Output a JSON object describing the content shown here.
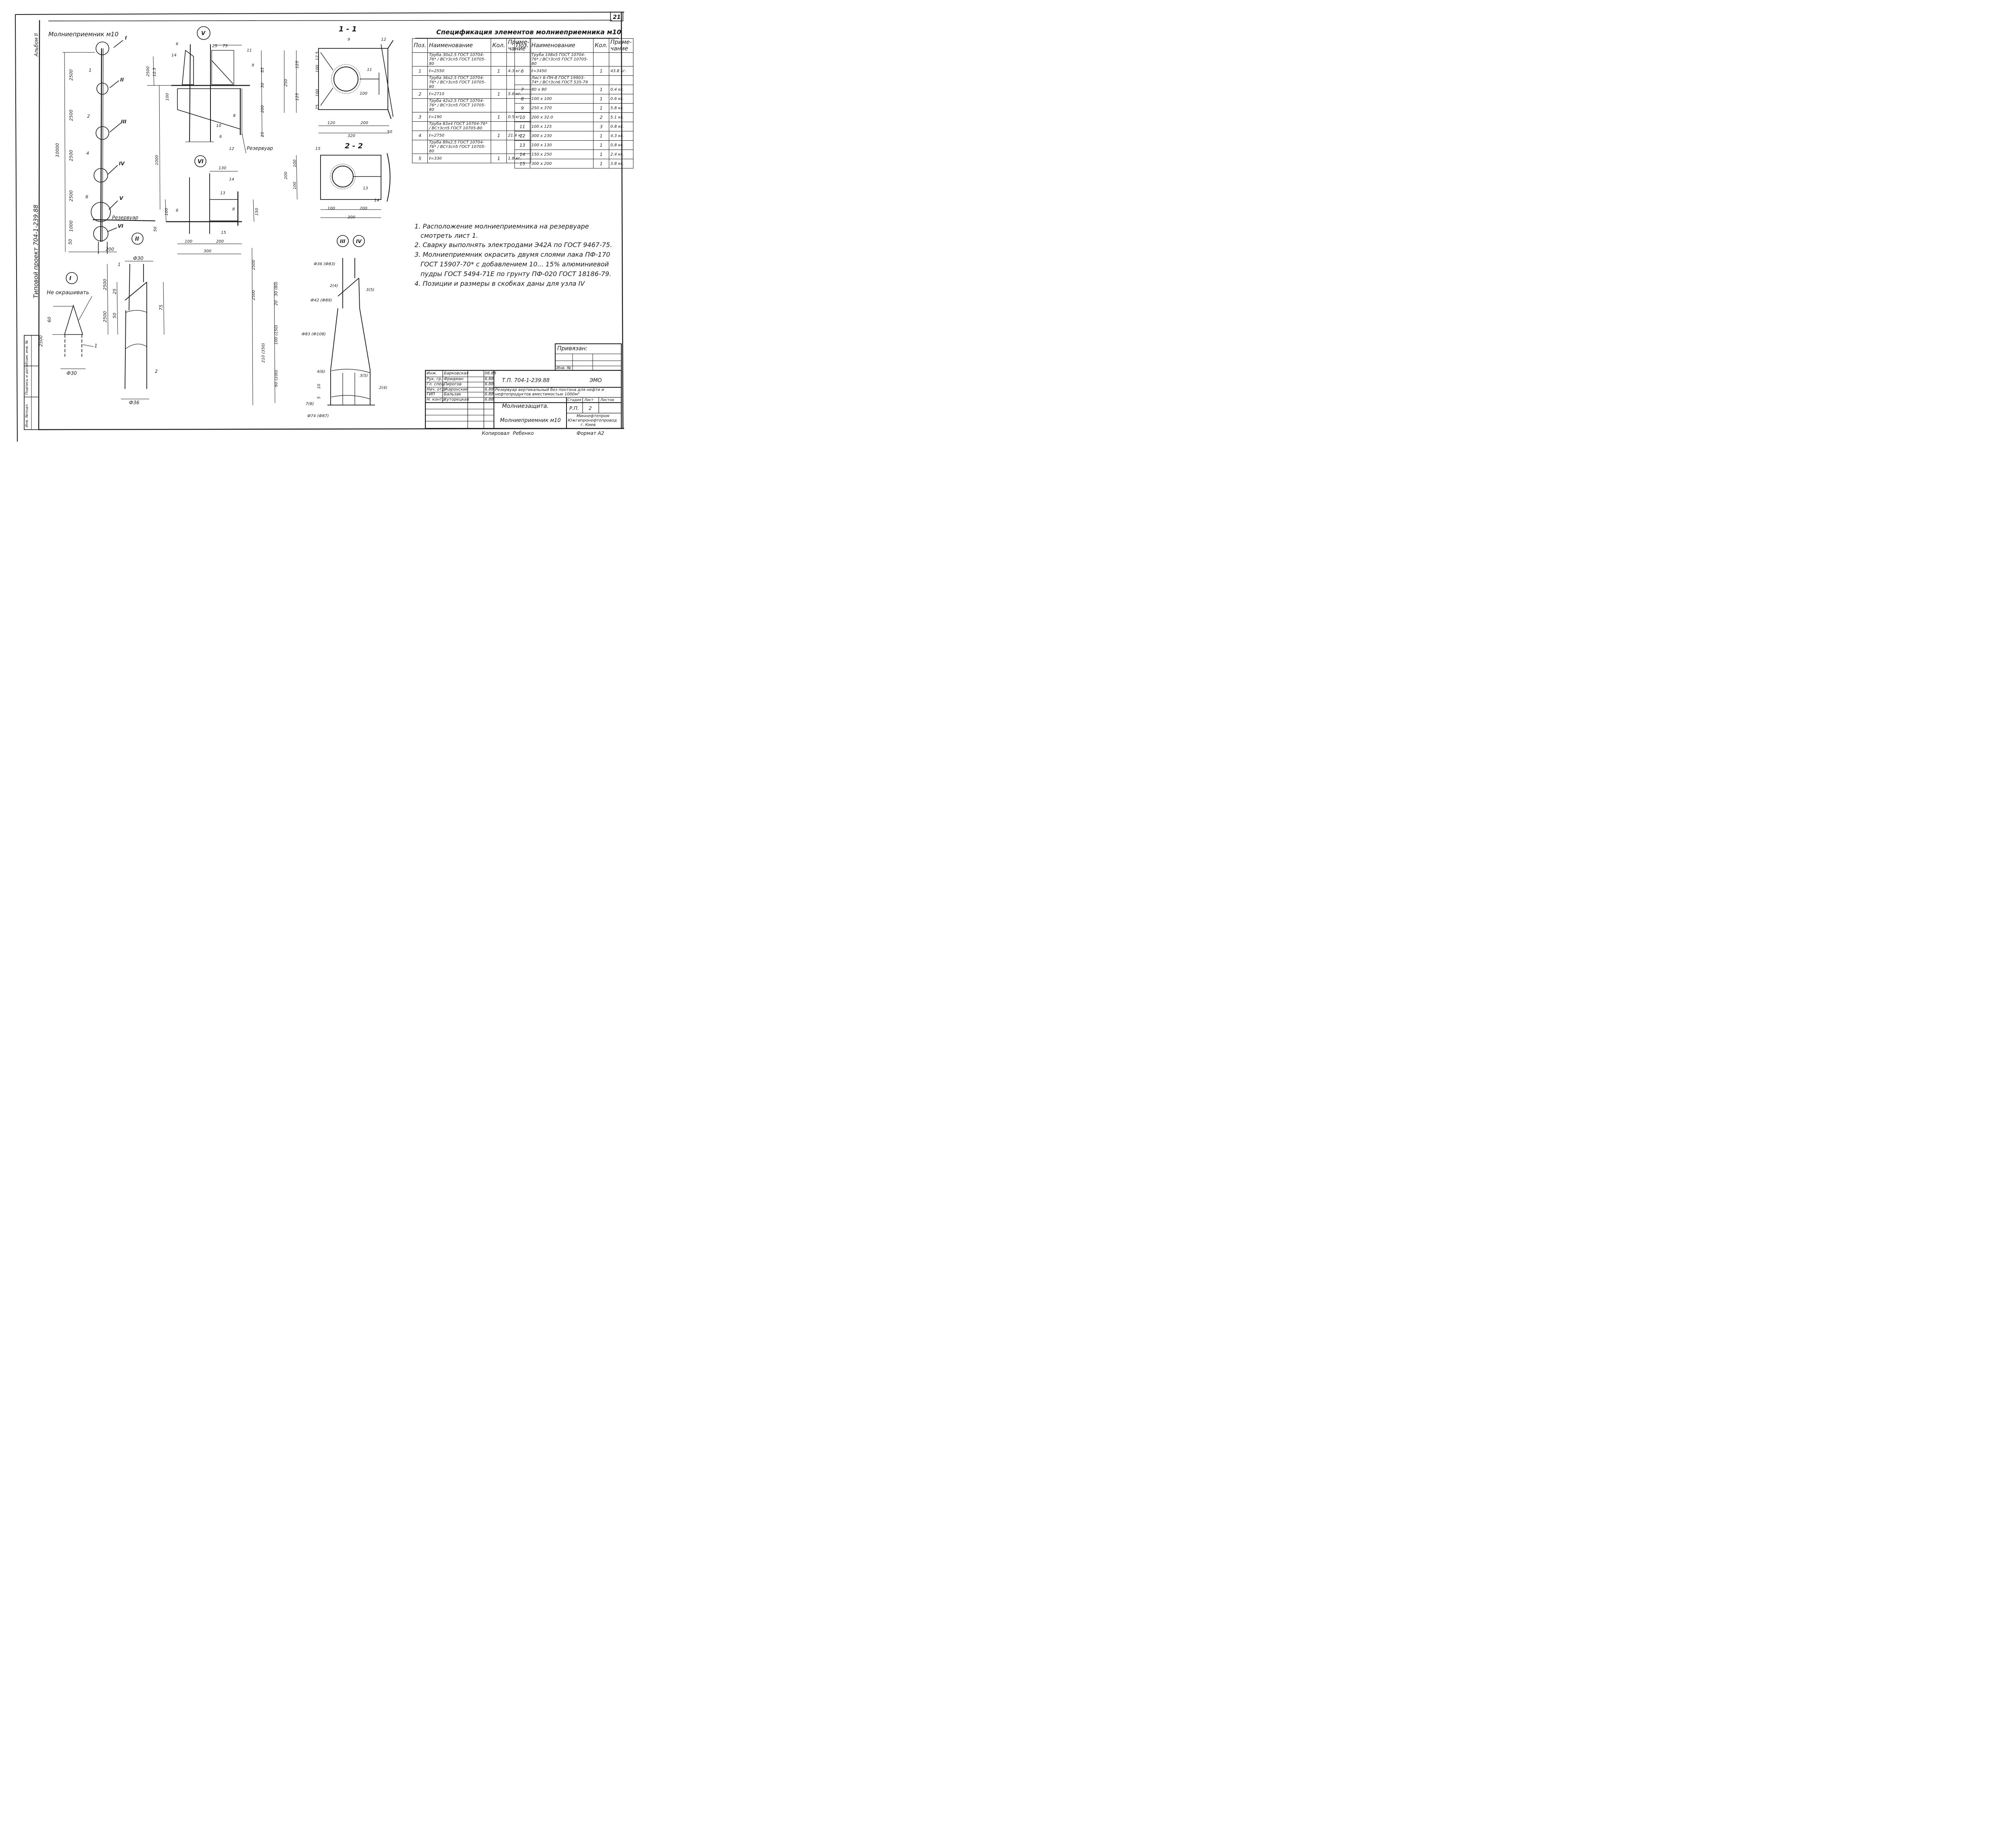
{
  "sheet_number": "21",
  "album": "Альбом II",
  "project_vertical": "Типовой проект 704-1-239.88",
  "main_title": "Молниеприемник м10",
  "reservoir_label": "Резервуар",
  "node_labels": {
    "n1": "I",
    "n2": "II",
    "n3": "III",
    "n4": "IV",
    "n5": "V",
    "n6": "VI"
  },
  "section_titles": {
    "s11": "1 - 1",
    "s22": "2 - 2"
  },
  "left_view": {
    "dims": [
      "10000",
      "2500",
      "2500",
      "2500",
      "2500",
      "1000",
      "50",
      "200"
    ],
    "pos": [
      "1",
      "2",
      "4",
      "6"
    ]
  },
  "node1": {
    "note": "Не окрашивать",
    "dims": [
      "2500",
      "60",
      "Ф30"
    ],
    "pos": "1"
  },
  "node2": {
    "dims": [
      "Ф30",
      "2500",
      "25",
      "2500",
      "50",
      "75",
      "Ф36"
    ],
    "pos": [
      "1",
      "2"
    ]
  },
  "node34": {
    "dims": [
      "2500",
      "2500",
      "Ф36 (Ф83)",
      "30 (80)",
      "20",
      "Ф42 (Ф89)",
      "Ф83 (Ф108)",
      "100 (150)",
      "210 (350)",
      "60 (100)",
      "10",
      "5",
      "Ф74 (Ф87)"
    ],
    "pos": [
      "2(4)",
      "3(5)",
      "4(6)",
      "3(5)",
      "2(4)",
      "7(8)"
    ]
  },
  "node5": {
    "dims": [
      "2500",
      "12.5",
      "25",
      "75",
      "100",
      "85",
      "30",
      "200",
      "25",
      "1000"
    ],
    "pos": [
      "6",
      "14",
      "11",
      "9",
      "8",
      "10",
      "6",
      "12"
    ],
    "reservoir": "Резервуар"
  },
  "node6": {
    "dims": [
      "130",
      "100",
      "150",
      "100",
      "200",
      "300",
      "50"
    ],
    "pos": [
      "6",
      "14",
      "13",
      "8",
      "15"
    ]
  },
  "section11": {
    "dims": [
      "125",
      "100",
      "12.5",
      "100",
      "125",
      "25",
      "250",
      "100",
      "120",
      "200",
      "320",
      "50"
    ],
    "pos": [
      "9",
      "12",
      "11"
    ]
  },
  "section22": {
    "dims": [
      "100",
      "100",
      "200",
      "100",
      "200",
      "300"
    ],
    "pos": [
      "15",
      "13",
      "14"
    ]
  },
  "spec": {
    "title": "Спецификация элементов молниеприемника м10",
    "headers": {
      "pos": "Поз.",
      "name": "Наименование",
      "qty": "Кол.",
      "note": "Приме-чание"
    },
    "left": [
      {
        "pos": "",
        "name": "Труба 30x2.5 ГОСТ 10704-76* / ВСт3сп5 ГОСТ 10705-80",
        "qty": "",
        "note": ""
      },
      {
        "pos": "1",
        "name": "ℓ=2550",
        "qty": "1",
        "note": "4.3 кг."
      },
      {
        "pos": "",
        "name": "Труба 36x2.5 ГОСТ 10704-76* / ВСт3сп5 ГОСТ 10705-80",
        "qty": "",
        "note": ""
      },
      {
        "pos": "2",
        "name": "ℓ=2710",
        "qty": "1",
        "note": "5.6 кг."
      },
      {
        "pos": "",
        "name": "Труба 42x2.5 ГОСТ 10704-76* / ВСт3сп5 ГОСТ 10705-80",
        "qty": "",
        "note": ""
      },
      {
        "pos": "3",
        "name": "ℓ=190",
        "qty": "1",
        "note": "0.5 кг."
      },
      {
        "pos": "",
        "name": "Труба 83x4 ГОСТ 10704-76* / ВСт3сп5 ГОСТ 10705-80",
        "qty": "",
        "note": ""
      },
      {
        "pos": "4",
        "name": "ℓ=2750",
        "qty": "1",
        "note": "21.4 кг."
      },
      {
        "pos": "",
        "name": "Труба 89x2.5 ГОСТ 10704-76* / ВСт3сп5 ГОСТ 10705-80",
        "qty": "",
        "note": ""
      },
      {
        "pos": "5",
        "name": "ℓ=330",
        "qty": "1",
        "note": "1.8 кг."
      }
    ],
    "right": [
      {
        "pos": "",
        "name": "Труба 108x5 ГОСТ 10704-76* / ВСт3сп5 ГОСТ 10705-80",
        "qty": "",
        "note": ""
      },
      {
        "pos": "6",
        "name": "ℓ=3450",
        "qty": "1",
        "note": "43.8 кг."
      },
      {
        "pos": "",
        "name": "Лист Б-ПН-8 ГОСТ 19903-74* / ВСт3сп6 ГОСТ 535-79",
        "qty": "",
        "note": ""
      },
      {
        "pos": "7",
        "name": "80 x 80",
        "qty": "1",
        "note": "0.4 кг."
      },
      {
        "pos": "8",
        "name": "100 x 100",
        "qty": "1",
        "note": "0.6 кг."
      },
      {
        "pos": "9",
        "name": "250 x 370",
        "qty": "1",
        "note": "5.8 кг."
      },
      {
        "pos": "10",
        "name": "200 x 32.0",
        "qty": "2",
        "note": "5.1 кг."
      },
      {
        "pos": "11",
        "name": "100 x 125",
        "qty": "3",
        "note": "0.8 кг."
      },
      {
        "pos": "12",
        "name": "300 x 230",
        "qty": "1",
        "note": "4.3 кг."
      },
      {
        "pos": "13",
        "name": "100 x 130",
        "qty": "1",
        "note": "0.8 кг."
      },
      {
        "pos": "14",
        "name": "150 x 250",
        "qty": "1",
        "note": "2.4 кг."
      },
      {
        "pos": "15",
        "name": "300 x 200",
        "qty": "1",
        "note": "3.8 кг."
      }
    ]
  },
  "notes": [
    "1. Расположение молниеприемника на резервуаре",
    "смотреть лист 1.",
    "2. Сварку выполнять электродами Э42А по ГОСТ 9467-75.",
    "3. Молниеприемник окрасить двумя слоями лака ПФ-170",
    "ГОСТ 15907-70* с добавлением 10... 15% алюминиевой",
    "пудры ГОСТ 5494-71Е по грунту ПФ-020 ГОСТ 18186-79.",
    "4. Позиции и размеры в скобках даны для узла IV"
  ],
  "side_stamp": [
    "Инв. №подл.",
    "Подпись и дата",
    "Взам. инв. №"
  ],
  "privyazan": "Привязан:",
  "inv_no": "Инв. №",
  "title_block": {
    "roles": [
      "Инж.",
      "Рук. гр.",
      "Гл. спец.",
      "Нач. отд.",
      "ГИП",
      "Н. контр."
    ],
    "names": [
      "Барковская",
      "Фридман",
      "Пирогов",
      "Жаронский",
      "Бальзак",
      "Хуторецкая"
    ],
    "dates": [
      "06.88",
      "6.88",
      "6.88",
      "6.88",
      "6.88",
      "6.88"
    ],
    "doc_code": "Т.П. 704-1-239.88",
    "mark": "ЭМО",
    "object": "Резервуар вертикальный без понтона для нефти и нефтепродуктов вместимостью 1000м³",
    "part": "Молниезащита.",
    "sheet_name": "Молниеприемник м10",
    "stage_h": "Стадия",
    "sheet_h": "Лист",
    "sheets_h": "Листов",
    "stage": "Р.П.",
    "sheet": "2",
    "org1": "Миннефтепром",
    "org2": "Южгипронефтепровод",
    "org3": "г. Киев",
    "copied": "Копировал",
    "copier": "Ребенко",
    "format": "Формат А2"
  }
}
